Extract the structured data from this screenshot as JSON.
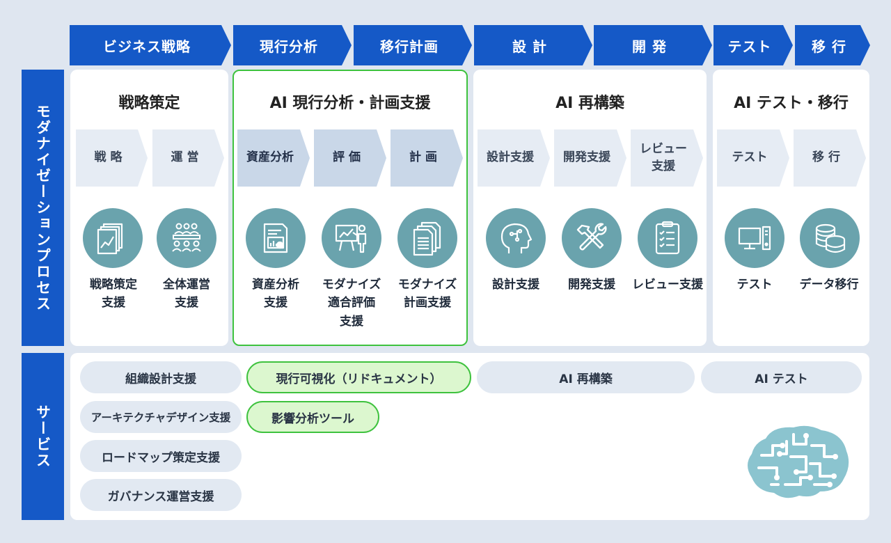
{
  "phases": [
    "ビジネス戦略",
    "現行分析",
    "移行計画",
    "設 計",
    "開 発",
    "テスト",
    "移 行"
  ],
  "side_labels": {
    "process": "モダナイゼーションプロセス",
    "service": "サービス"
  },
  "panels": [
    {
      "title": "戦略策定",
      "steps": [
        "戦 略",
        "運 営"
      ],
      "items": [
        {
          "icon": "strategy-document-icon",
          "caption": "戦略策定\n支援"
        },
        {
          "icon": "group-meeting-icon",
          "caption": "全体運営\n支援"
        }
      ]
    },
    {
      "title": "AI 現行分析・計画支援",
      "steps": [
        "資産分析",
        "評 価",
        "計 画"
      ],
      "items": [
        {
          "icon": "asset-report-icon",
          "caption": "資産分析\n支援"
        },
        {
          "icon": "presentation-icon",
          "caption": "モダナイズ\n適合評価\n支援"
        },
        {
          "icon": "documents-plan-icon",
          "caption": "モダナイズ\n計画支援"
        }
      ]
    },
    {
      "title": "AI 再構築",
      "steps": [
        "設計支援",
        "開発支援",
        "レビュー\n支援"
      ],
      "items": [
        {
          "icon": "ai-head-icon",
          "caption": "設計支援"
        },
        {
          "icon": "tools-icon",
          "caption": "開発支援"
        },
        {
          "icon": "checklist-icon",
          "caption": "レビュー支援"
        }
      ]
    },
    {
      "title": "AI テスト・移行",
      "steps": [
        "テスト",
        "移 行"
      ],
      "items": [
        {
          "icon": "computer-icon",
          "caption": "テスト"
        },
        {
          "icon": "database-icon",
          "caption": "データ移行"
        }
      ]
    }
  ],
  "services": {
    "strategy": [
      "組織設計支援",
      "アーキテクチャデザイン支援",
      "ロードマップ策定支援",
      "ガバナンス運営支援"
    ],
    "analysis": [
      "現行可視化（リドキュメント）",
      "影響分析ツール"
    ],
    "rebuild": [
      "AI 再構築"
    ],
    "test": [
      "AI テスト"
    ]
  },
  "colors": {
    "primary_blue": "#1559c7",
    "highlight_green": "#3ec23e",
    "icon_teal": "#6aa3ad",
    "background": "#dfe6f0"
  }
}
